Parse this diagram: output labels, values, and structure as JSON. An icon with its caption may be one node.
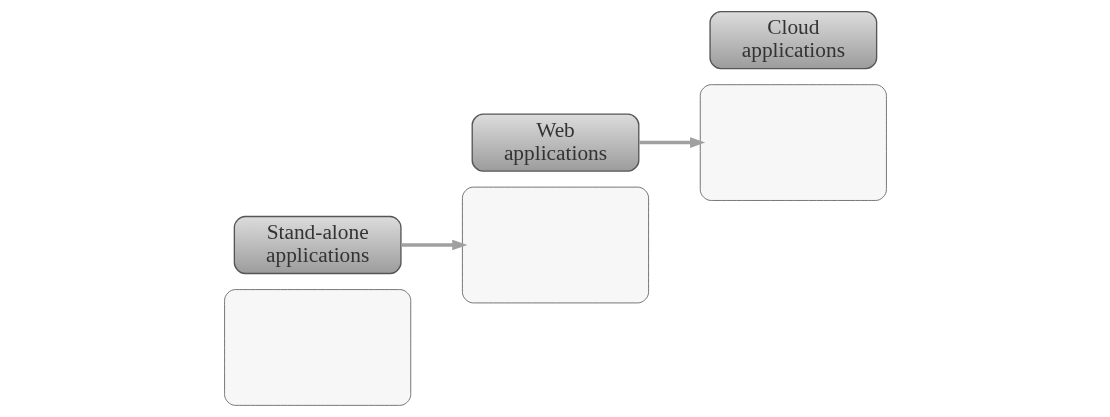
{
  "diagram": {
    "nodes": [
      {
        "text": [],
        "shape": "box"
      },
      {
        "text": [
          "Stand-alone applications"
        ]
      },
      {
        "text": [],
        "shape": "box"
      },
      {
        "text": [
          "Web applications"
        ]
      },
      {
        "text": [],
        "shape": "box"
      },
      {
        "text": [
          "Cloud applications"
        ]
      }
    ],
    "edges": [
      {
        "from": 1,
        "to": 2,
        "arrow": "to"
      },
      {
        "from": 3,
        "to": 4,
        "arrow": "to"
      }
    ]
  }
}
